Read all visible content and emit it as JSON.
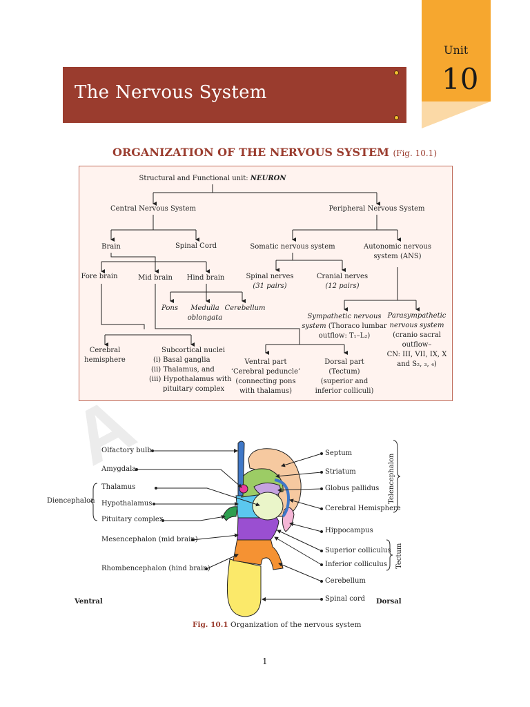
{
  "watermark": "A",
  "unit": {
    "word": "Unit",
    "number": "10"
  },
  "title": "The Nervous System",
  "heading": {
    "text": "ORGANIZATION OF THE NERVOUS SYSTEM",
    "ref": "(Fig. 10.1)"
  },
  "tree": {
    "root_prefix": "Structural and Functional unit: ",
    "root_unit": "NEURON",
    "cns": "Central Nervous System",
    "pns": "Peripheral Nervous System",
    "brain": "Brain",
    "spinal_cord": "Spinal Cord",
    "somatic": "Somatic nervous system",
    "ans_1": "Autonomic nervous",
    "ans_2": "system (ANS)",
    "fore_brain": "Fore brain",
    "mid_brain": "Mid brain",
    "hind_brain": "Hind brain",
    "spinal_nerves": "Spinal nerves",
    "spinal_pairs": "(31 pairs)",
    "cranial_nerves": "Cranial nerves",
    "cranial_pairs": "(12 pairs)",
    "pons": "Pons",
    "medulla_1": "Medulla",
    "medulla_2": "oblongata",
    "cerebellum": "Cerebellum",
    "symp_1": "Sympathetic nervous",
    "symp_2a": "system",
    "symp_2b": " (Thoraco lumbar",
    "symp_3": "outflow: T₁–L₂)",
    "para_1": "Parasympathetic",
    "para_2": "nervous system",
    "para_3": "(cranio sacral",
    "para_4": "outflow–",
    "para_5": "CN: III, VII, IX, X",
    "para_6": "and S₂, ₃, ₄)",
    "cerebral_1": "Cerebral",
    "cerebral_2": "hemisphere",
    "subcortical": "Subcortical nuclei",
    "sub_i": "(i)  Basal ganglia",
    "sub_ii": "(ii)  Thalamus, and",
    "sub_iii_1": "(iii)  Hypothalamus with",
    "sub_iii_2": "pituitary complex",
    "ventral_1": "Ventral part",
    "ventral_2": "‘Cerebral peduncle’",
    "ventral_3": "(connecting pons",
    "ventral_4": "with thalamus)",
    "dorsal_1": "Dorsal part",
    "dorsal_2": "(Tectum)",
    "dorsal_3": "(superior and",
    "dorsal_4": "inferior colliculi)"
  },
  "figure": {
    "left_labels": [
      "Olfactory bulb",
      "Amygdala",
      "Thalamus",
      "Hypothalamus",
      "Pituitary complex",
      "Mesencephalon (mid brain)",
      "Rhombencephalon (hind brain)"
    ],
    "diencephalon": "Diencephalon",
    "right_labels": [
      "Septum",
      "Striatum",
      "Globus pallidus",
      "Cerebral Hemisphere",
      "Hippocampus",
      "Superior colliculus",
      "Inferior colliculus",
      "Cerebellum",
      "Spinal cord"
    ],
    "telencephalon": "Telencephalon",
    "tectum": "Tectum",
    "ventral": "Ventral",
    "dorsal": "Dorsal",
    "region_colors": {
      "cerebral_hemisphere": "#f6c9a0",
      "striatum": "#9ccc65",
      "thalamus": "#eaf5c9",
      "globus_pallidus": "#c5a3e0",
      "hypothalamus": "#5bc8ef",
      "pituitary": "#2e9e4f",
      "amygdala": "#e93a9c",
      "olfactory_bulb": "#3f78c8",
      "mesencephalon": "#9a4fd1",
      "rhombencephalon": "#f59233",
      "spinal_cord": "#fbe96a",
      "hippocampus": "#f4b6d6"
    }
  },
  "caption": {
    "label": "Fig. 10.1",
    "text": " Organization of the nervous system"
  },
  "page_number": "1"
}
